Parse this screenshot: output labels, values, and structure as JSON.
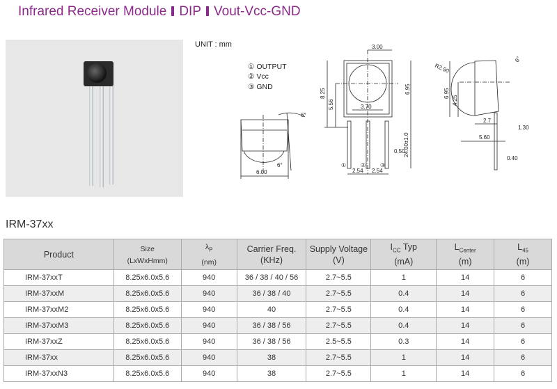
{
  "header": {
    "title_parts": [
      "Infrared Receiver Module",
      "DIP",
      "Vout-Vcc-GND"
    ]
  },
  "drawing": {
    "unit_label": "UNIT : mm",
    "pins": [
      "① OUTPUT",
      "② Vcc",
      "③ GND"
    ],
    "pin_numbers": [
      "①",
      "②",
      "③"
    ],
    "dimensions": {
      "d300": "3.00",
      "d825": "8.25",
      "d556": "5.56",
      "d695": "6.95",
      "d370": "3.70",
      "d2400": "24.00±1.0",
      "d050": "0.50",
      "d254a": "2.54",
      "d254b": "2.54",
      "d600": "6.00",
      "ang1": "6°",
      "ang2": "6°",
      "ang3": "6°",
      "r250": "R2.50",
      "d695s": "6.95",
      "d425": "4.25",
      "d27": "2.7",
      "d130": "1.30",
      "d560": "5.60",
      "d040": "0.40"
    }
  },
  "section_title": "IRM-37xx",
  "table": {
    "headers": [
      {
        "main": "Product"
      },
      {
        "main": "Size",
        "sub": "(LxWxHmm)"
      },
      {
        "main": "λ",
        "subscript": "P",
        "sub": "(nm)"
      },
      {
        "main": "Carrier Freq.",
        "sub": "(KHz)"
      },
      {
        "main": "Supply Voltage",
        "sub": "(V)"
      },
      {
        "main": "I",
        "subscript": "CC",
        "tail": " Typ",
        "sub": "(mA)"
      },
      {
        "main": "L",
        "subscript": "Center",
        "sub": "(m)"
      },
      {
        "main": "L",
        "subscript": "45",
        "sub": "(m)"
      }
    ],
    "rows": [
      [
        "IRM-37xxT",
        "8.25x6.0x5.6",
        "940",
        "36 / 38 / 40 / 56",
        "2.7~5.5",
        "1",
        "14",
        "6"
      ],
      [
        "IRM-37xxM",
        "8.25x6.0x5.6",
        "940",
        "36 / 38 / 40",
        "2.7~5.5",
        "0.4",
        "14",
        "6"
      ],
      [
        "IRM-37xxM2",
        "8.25x6.0x5.6",
        "940",
        "40",
        "2.7~5.5",
        "0.4",
        "14",
        "6"
      ],
      [
        "IRM-37xxM3",
        "8.25x6.0x5.6",
        "940",
        "36 / 38 / 56",
        "2.7~5.5",
        "0.4",
        "14",
        "6"
      ],
      [
        "IRM-37xxZ",
        "8.25x6.0x5.6",
        "940",
        "36 / 38 / 56",
        "2.5~5.5",
        "0.3",
        "14",
        "6"
      ],
      [
        "IRM-37xx",
        "8.25x6.0x5.6",
        "940",
        "38",
        "2.7~5.5",
        "1",
        "14",
        "6"
      ],
      [
        "IRM-37xxN3",
        "8.25x6.0x5.6",
        "940",
        "38",
        "2.7~5.5",
        "1",
        "14",
        "6"
      ]
    ]
  }
}
